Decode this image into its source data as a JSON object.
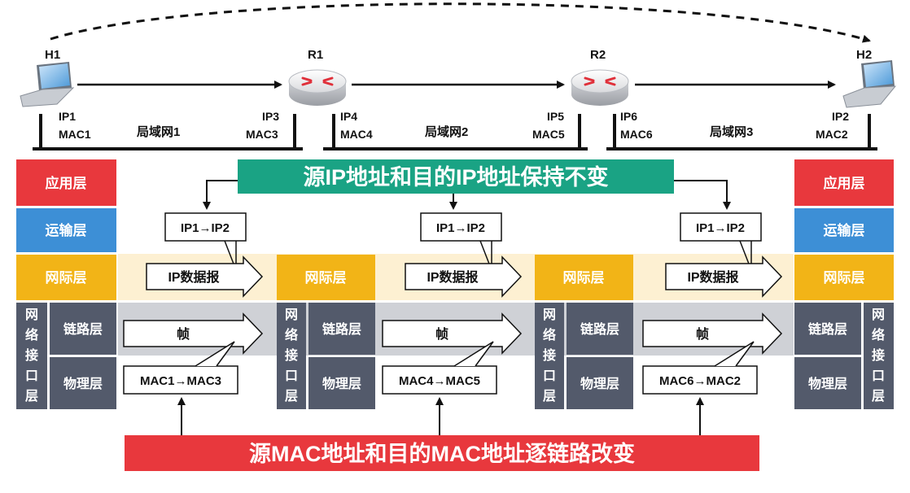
{
  "hosts": {
    "h1": {
      "name": "H1",
      "ip": "IP1",
      "mac": "MAC1"
    },
    "h2": {
      "name": "H2",
      "ip": "IP2",
      "mac": "MAC2"
    }
  },
  "routers": {
    "r1": {
      "name": "R1",
      "if_left": {
        "ip": "IP3",
        "mac": "MAC3"
      },
      "if_right": {
        "ip": "IP4",
        "mac": "MAC4"
      }
    },
    "r2": {
      "name": "R2",
      "if_left": {
        "ip": "IP5",
        "mac": "MAC5"
      },
      "if_right": {
        "ip": "IP6",
        "mac": "MAC6"
      }
    }
  },
  "lans": [
    "局域网1",
    "局域网2",
    "局域网3"
  ],
  "layers": {
    "application": "应用层",
    "transport": "运输层",
    "internet": "网际层",
    "network_interface": "网络接口层",
    "network_interface_chars": [
      "网",
      "络",
      "接",
      "口",
      "层"
    ],
    "link": "链路层",
    "physical": "物理层"
  },
  "banners": {
    "ip_unchanged": "源IP地址和目的IP地址保持不变",
    "mac_changes": "源MAC地址和目的MAC地址逐链路改变"
  },
  "packet_labels": {
    "datagram": "IP数据报",
    "frame": "帧"
  },
  "segments": [
    {
      "ip_pair": "IP1→IP2",
      "mac_pair": "MAC1→MAC3"
    },
    {
      "ip_pair": "IP1→IP2",
      "mac_pair": "MAC4→MAC5"
    },
    {
      "ip_pair": "IP1→IP2",
      "mac_pair": "MAC6→MAC2"
    }
  ],
  "colors": {
    "application": "#e8383d",
    "transport": "#3d8fd6",
    "internet": "#f2b417",
    "link": "#535a6b",
    "internet_band": "#fdf0d2",
    "link_band": "#cfd1d6",
    "ip_banner": "#1aa384",
    "mac_banner": "#e8383d"
  }
}
